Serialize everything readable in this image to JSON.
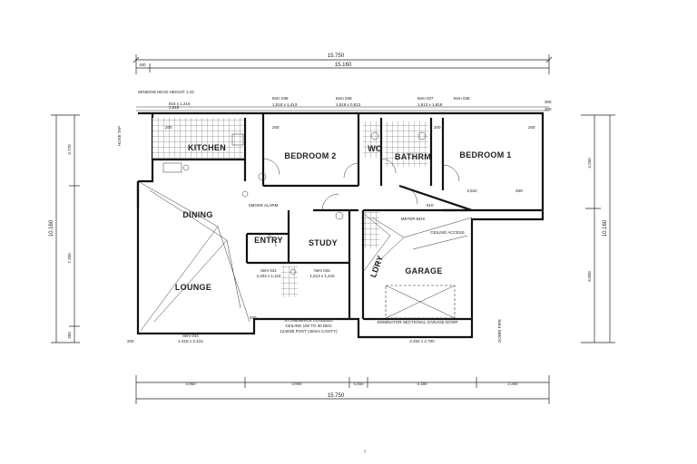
{
  "dimensions": {
    "top_overall": "15.750",
    "top_inner": "15.160",
    "top_left_offset": "400",
    "bottom_overall": "15.750",
    "bottom_segments": [
      "4.950",
      "3.900",
      "4,450",
      "4.180",
      "2.250"
    ],
    "left_overall": "10.160",
    "left_segments": [
      "3.770",
      "7.250",
      "350"
    ],
    "right_overall": "10.160",
    "right_segments": [
      "4.250",
      "5.850"
    ],
    "right_small": "300"
  },
  "annotations": {
    "window_head": "WINDOW HEAD HEIGHT 1-22",
    "hose_tap": "HOSE TAP",
    "smoke_alarm": "SMOKE ALARM",
    "meter_box": "METER BOX",
    "ceiling_access": "CEILING ACCESS",
    "garage_door": "DOMINATOR SECTIONAL GARAGE DOOR",
    "cladding": [
      "STONE/BRICK CLADDED",
      "CEILING 150 TO 30 DEG",
      "1240SB POST (40mm CAVITY)"
    ],
    "downpipe": "DOWN PIPE",
    "site_num": "2.204 x 2.700",
    "lounge_window": "1.518 x 2.415",
    "bed2_window": "1,518 x 1,413",
    "bath_window": "1,518 x 0,813",
    "bed1_window": "1,513 x 1,818",
    "study_window": "2,204 x 1,115",
    "study_window2": "1,513 x 1,415",
    "kitchen_window": "815 x 1,215",
    "bed1_lbl": "2,842",
    "bed1_lbl2": "849",
    "ref_lbls": [
      "Item 038",
      "Item 039",
      "Item 037",
      "Item 036",
      "Item 044",
      "Item 041",
      "Item 042"
    ]
  },
  "rooms": {
    "kitchen": "KITCHEN",
    "bedroom2": "BEDROOM 2",
    "wc": "WC",
    "bathrm": "BATHRM",
    "bedroom1": "BEDROOM 1",
    "dining": "DINING",
    "entry": "ENTRY",
    "study": "STUDY",
    "ldry": "LDRY",
    "garage": "GARAGE",
    "lounge": "LOUNGE"
  },
  "small_marks": [
    "200",
    "200",
    "200",
    "200",
    "200",
    "610",
    "400",
    "300",
    "1,518"
  ]
}
